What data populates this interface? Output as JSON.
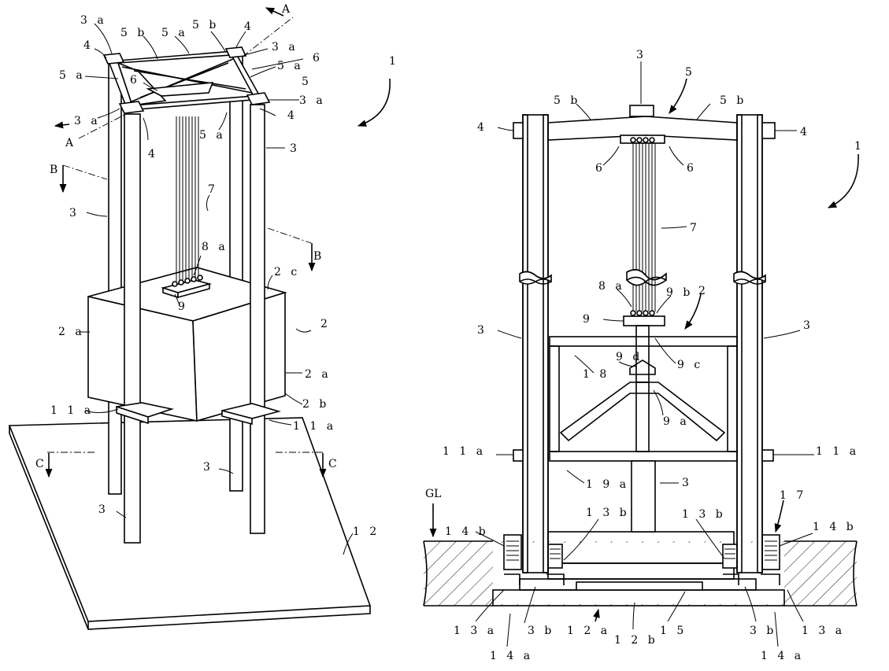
{
  "figure_left": {
    "labels": {
      "l3a_tl": "3 a",
      "l5b_t1": "5 b",
      "l5a_t": "5 a",
      "l5b_t2": "5 b",
      "l4_tr": "4",
      "l3a_tr": "3 a",
      "l4_tl": "4",
      "l6_tr": "6",
      "l5a_l": "5 a",
      "l5a_r": "5 a",
      "l6_c": "6",
      "l5_r": "5",
      "l3a_r2": "3 a",
      "l3a_l2": "3 a",
      "l4_r2": "4",
      "l5a_c": "5 a",
      "l4_b": "4",
      "l3_r": "3",
      "l7": "7",
      "l3_l": "3",
      "l8a": "8 a",
      "l2c": "2 c",
      "l9": "9",
      "l2": "2",
      "l2a_l": "2 a",
      "l2a_r": "2 a",
      "l2b": "2 b",
      "l11a_l": "1 1 a",
      "l11a_r": "1 1 a",
      "l3_b1": "3",
      "l3_b2": "3",
      "l12": "1 2",
      "l1": "1",
      "secA1": "A",
      "secA2": "A",
      "secB1": "B",
      "secB2": "B",
      "secC1": "C",
      "secC2": "C"
    }
  },
  "figure_right": {
    "labels": {
      "l3_top": "3",
      "l5": "5",
      "l5b_l": "5 b",
      "l5b_r": "5 b",
      "l4_l": "4",
      "l4_r": "4",
      "l1": "1",
      "l6_l": "6",
      "l6_r": "6",
      "l7": "7",
      "l8a": "8 a",
      "l9b": "9 b",
      "l2": "2",
      "l9": "9",
      "l3_l": "3",
      "l3_r": "3",
      "l9c": "9 c",
      "l9d": "9 d",
      "l18": "1 8",
      "l9a": "9 a",
      "l11a_l": "1 1 a",
      "l11a_r": "1 1 a",
      "l19a": "1 9 a",
      "l3_c": "3",
      "lGL": "GL",
      "l17": "1 7",
      "l14b_l": "1 4 b",
      "l13b_l": "1 3 b",
      "l13b_r": "1 3 b",
      "l14b_r": "1 4 b",
      "l13a_l": "1 3 a",
      "l3b_l": "3 b",
      "l12a": "1 2 a",
      "l12b": "1 2 b",
      "l15": "1 5",
      "l3b_r": "3 b",
      "l13a_r": "1 3 a",
      "l14a_l": "1 4 a",
      "l14a_r": "1 4 a"
    }
  }
}
